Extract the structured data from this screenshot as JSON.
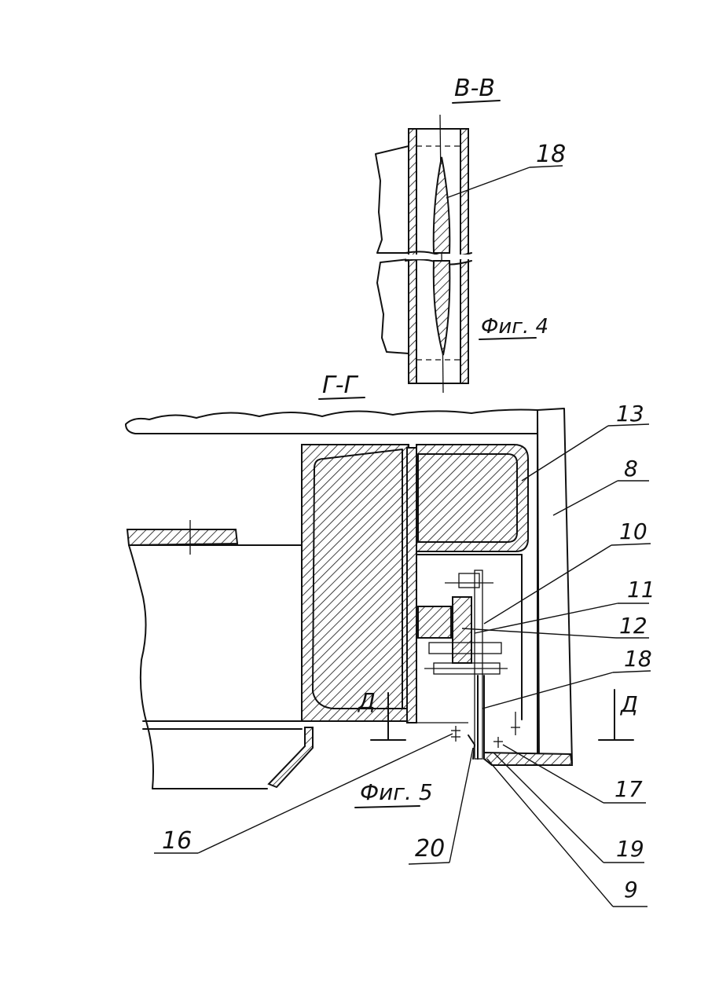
{
  "section_bb": {
    "title": "В-В",
    "figure_caption": "Фиг. 4",
    "callouts": [
      "18"
    ]
  },
  "section_gg": {
    "title": "Г-Г",
    "figure_caption": "Фиг. 5",
    "section_marks": [
      "Д",
      "Д"
    ],
    "callouts": [
      "13",
      "8",
      "10",
      "11",
      "12",
      "18",
      "17",
      "19",
      "9",
      "16",
      "20"
    ]
  }
}
